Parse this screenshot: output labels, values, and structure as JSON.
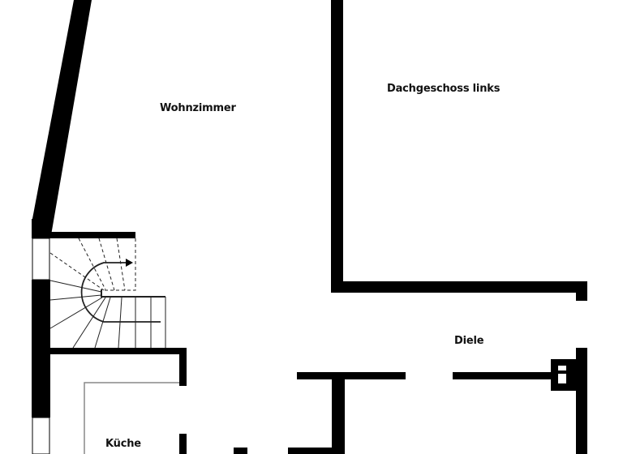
{
  "floor_plan": {
    "rooms": [
      {
        "id": "wohnzimmer",
        "label": "Wohnzimmer"
      },
      {
        "id": "dachgeschoss_links",
        "label": "Dachgeschoss links"
      },
      {
        "id": "diele",
        "label": "Diele"
      },
      {
        "id": "kueche",
        "label": "Küche"
      }
    ],
    "colors": {
      "wall": "#000000",
      "background": "#ffffff",
      "stair_line": "#222222",
      "kitchen_counter": "#888888"
    }
  }
}
